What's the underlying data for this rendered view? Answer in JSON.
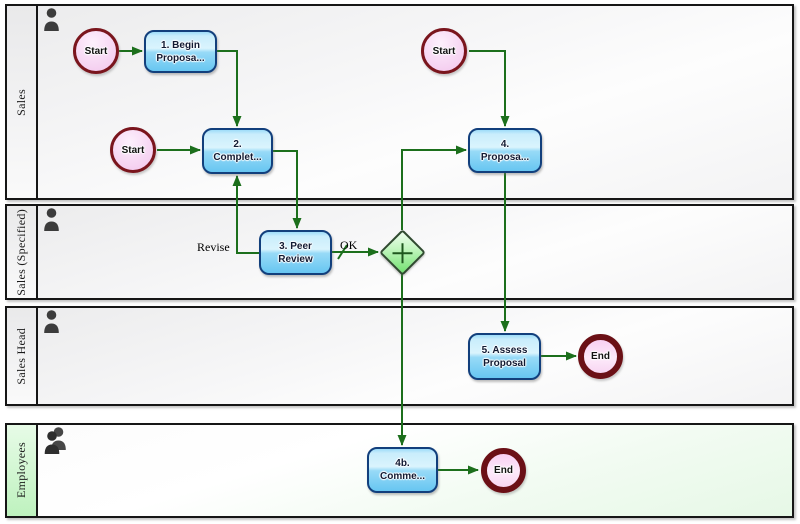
{
  "diagram": {
    "type": "bpmn-swimlane-process",
    "lanes": [
      {
        "label": "Sales",
        "icon": "person-icon"
      },
      {
        "label": "Sales (Specified)",
        "icon": "person-icon"
      },
      {
        "label": "Sales Head",
        "icon": "person-icon"
      },
      {
        "label": "Employees",
        "icon": "people-icon"
      }
    ],
    "events": {
      "start1": {
        "label": "Start"
      },
      "start2": {
        "label": "Start"
      },
      "start3": {
        "label": "Start"
      },
      "end1": {
        "label": "End"
      },
      "end2": {
        "label": "End"
      }
    },
    "tasks": {
      "t1": {
        "line1": "1. Begin",
        "line2": "Proposa..."
      },
      "t2": {
        "line1": "2.",
        "line2": "Complet..."
      },
      "t3": {
        "line1": "3. Peer",
        "line2": "Review"
      },
      "t4": {
        "line1": "4.",
        "line2": "Proposa..."
      },
      "t5": {
        "line1": "5. Assess",
        "line2": "Proposal"
      },
      "t4b": {
        "line1": "4b.",
        "line2": "Comme..."
      }
    },
    "gateway": {
      "kind": "parallel",
      "icon": "plus-icon"
    },
    "edge_labels": {
      "revise": "Revise",
      "ok": "OK"
    },
    "colors": {
      "connector": "#1c6f1c",
      "task_border": "#123f7c",
      "task_fill_top": "#cdeffc",
      "task_fill_bottom": "#66c6f1",
      "start_border": "#7a151d",
      "start_fill": "#f7d4f3",
      "end_border": "#6b1016",
      "end_fill": "#fbdef7",
      "gateway_border": "#2f4a2f",
      "gateway_fill": "#8ae788",
      "lane_border": "#161616",
      "lane_strip_bg": "#ececec",
      "employees_strip_bg": "#c9f3c9",
      "employees_body_bg": "#e9f9e9"
    }
  }
}
